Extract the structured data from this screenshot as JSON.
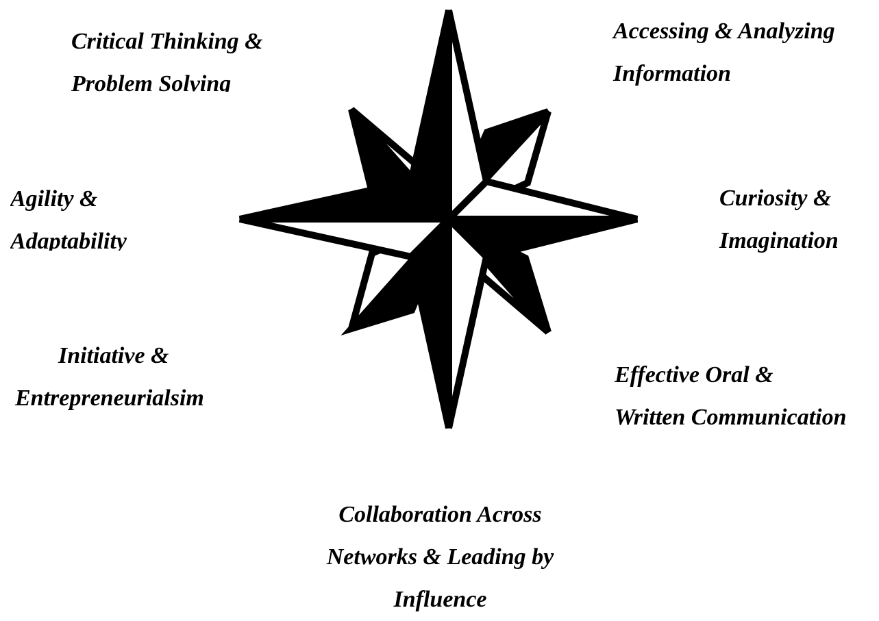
{
  "labels": {
    "critical_thinking": [
      "Critical Thinking &",
      "Problem Solving"
    ],
    "accessing_information": [
      "Accessing & Analyzing",
      "Information"
    ],
    "agility": [
      "Agility &",
      "Adaptability"
    ],
    "curiosity": [
      "Curiosity &",
      "Imagination"
    ],
    "initiative": [
      "Initiative &",
      "Entrepreneurialsim"
    ],
    "communication": [
      "Effective Oral &",
      "Written Communication"
    ],
    "collaboration": [
      "Collaboration Across",
      "Networks & Leading by",
      "Influence"
    ]
  },
  "colors": {
    "ink": "#000000",
    "paper": "#ffffff"
  },
  "icon": "compass-rose-icon"
}
